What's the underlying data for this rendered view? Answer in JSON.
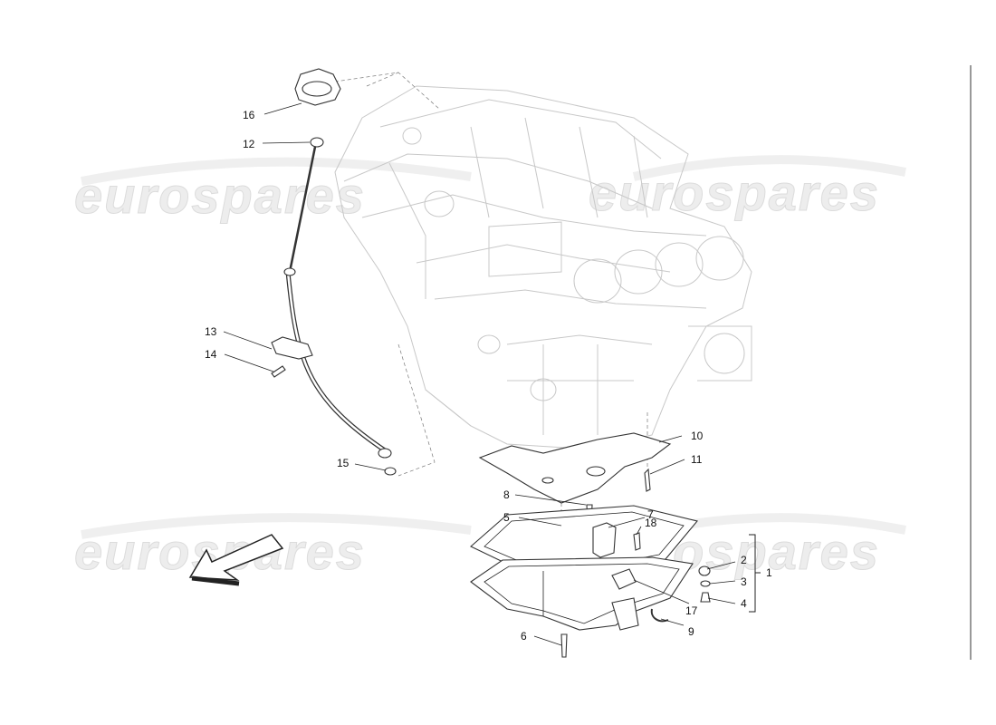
{
  "watermarks": [
    "eurospares",
    "eurospares",
    "eurospares",
    "eurospares"
  ],
  "callouts": {
    "c1": "1",
    "c2": "2",
    "c3": "3",
    "c4": "4",
    "c5": "5",
    "c6": "6",
    "c7": "7",
    "c8": "8",
    "c9": "9",
    "c10": "10",
    "c11": "11",
    "c12": "12",
    "c13": "13",
    "c14": "14",
    "c15": "15",
    "c16": "16",
    "c17": "17",
    "c18": "18"
  },
  "colors": {
    "line": "#222222",
    "engine": "#c8c8c8",
    "watermark": "#ededed"
  }
}
